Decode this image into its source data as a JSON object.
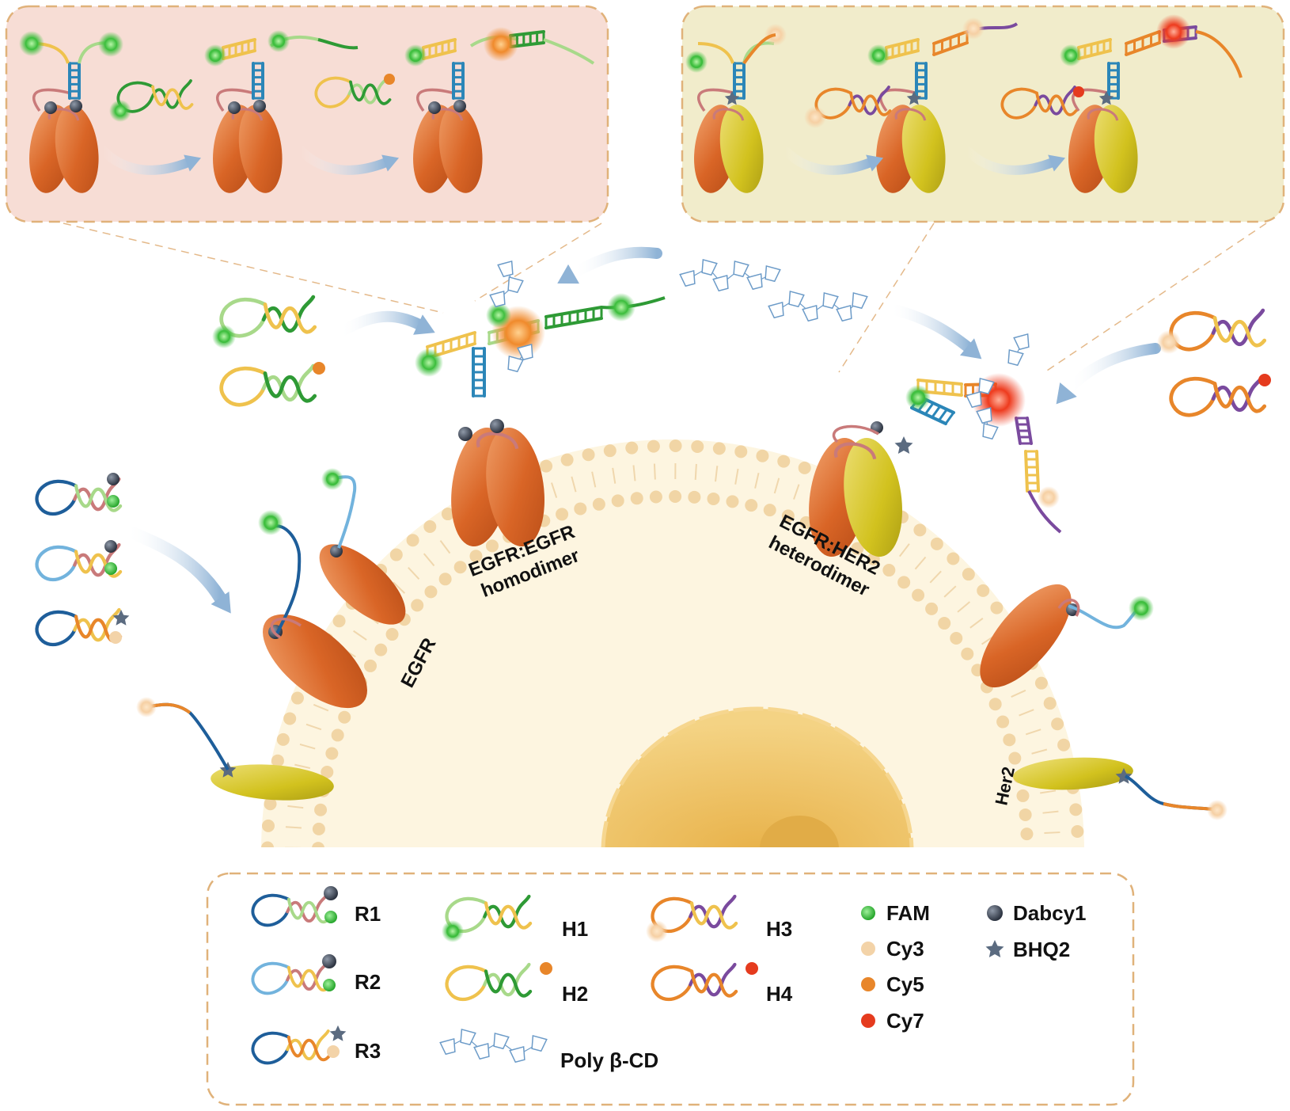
{
  "labels": {
    "egfr": "EGFR",
    "her2": "Her2",
    "homodimer_line1": "EGFR:EGFR",
    "homodimer_line2": "homodimer",
    "heterodimer_line1": "EGFR:HER2",
    "heterodimer_line2": "heterodimer"
  },
  "legend": {
    "probes": [
      "R1",
      "R2",
      "R3",
      "H1",
      "H2",
      "H3",
      "H4"
    ],
    "poly": "Poly β-CD",
    "dyes": [
      {
        "name": "FAM",
        "color": "#3fbf3f"
      },
      {
        "name": "Cy3",
        "color": "#f3d3a8"
      },
      {
        "name": "Cy5",
        "color": "#e8862a"
      },
      {
        "name": "Cy7",
        "color": "#e53b1e"
      }
    ],
    "quenchers": [
      {
        "name": "Dabcy1",
        "icon": "dark-circle-icon"
      },
      {
        "name": "BHQ2",
        "icon": "star-icon"
      }
    ]
  },
  "colors": {
    "egfr": "#d96a2a",
    "her2": "#d3c21c",
    "membrane_head": "#f1d5a5",
    "cytoplasm": "#fdf5e0",
    "nucleus": "#f0c96a",
    "inset_left_bg": "#f7ddd5",
    "inset_right_bg": "#f1eccb"
  }
}
